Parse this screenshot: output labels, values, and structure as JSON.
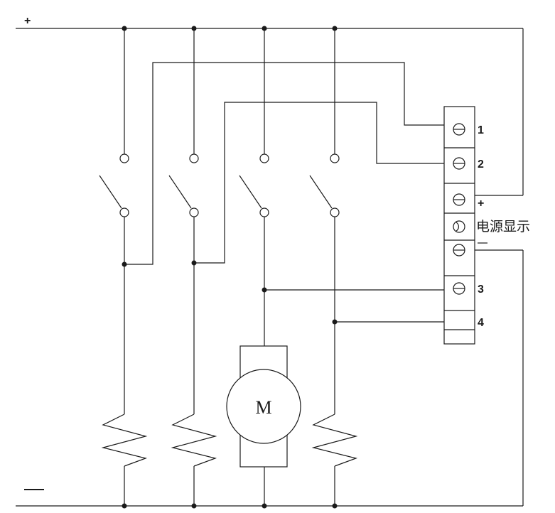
{
  "rails": {
    "positive_symbol": "+",
    "negative_symbol": ""
  },
  "motor": {
    "label": "M"
  },
  "terminal_block": {
    "terminals": [
      {
        "label": "1",
        "marker": "screw"
      },
      {
        "label": "2",
        "marker": "screw"
      },
      {
        "label": "+",
        "marker": "screw"
      },
      {
        "label": "电源显示",
        "marker": "indicator"
      },
      {
        "label": "",
        "marker": "screw"
      },
      {
        "label": "3",
        "marker": "screw"
      },
      {
        "label": "4",
        "marker": "none"
      }
    ]
  },
  "colors": {
    "line": "#1a1a1a",
    "background": "#ffffff"
  }
}
